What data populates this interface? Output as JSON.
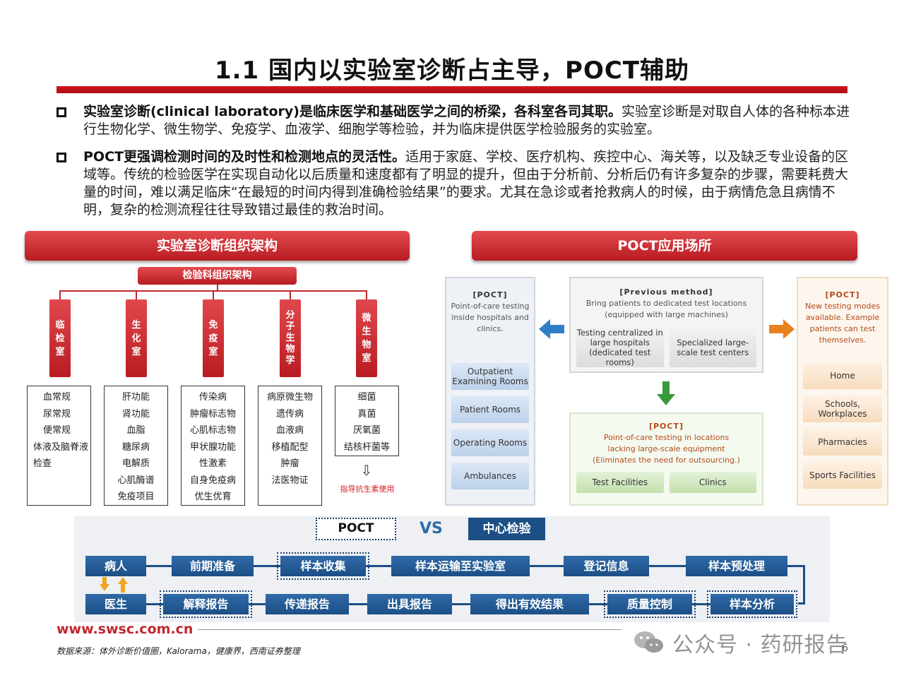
{
  "title": "1.1 国内以实验室诊断占主导，POCT辅助",
  "bullets": [
    {
      "bold": "实验室诊断(clinical  laboratory)是临床医学和基础医学之间的桥梁，各科室各司其职。",
      "text": "实验室诊断是对取自人体的各种标本进行生物化学、微生物学、免疫学、血液学、细胞学等检验，并为临床提供医学检验服务的实验室。"
    },
    {
      "bold": "POCT更强调检测时间的及时性和检测地点的灵活性。",
      "text": "适用于家庭、学校、医疗机构、疾控中心、海关等，以及缺乏专业设备的区域等。传统的检验医学在实现自动化以后质量和速度都有了明显的提升，但由于分析前、分析后仍有许多复杂的步骤，需要耗费大量的时间，难以满足临床“在最短的时间内得到准确检验结果”的要求。尤其在急诊或者抢救病人的时候，由于病情危急且病情不明，复杂的检测流程往往导致错过最佳的救治时间。"
    }
  ],
  "left_panel": {
    "banner": "实验室诊断组织架构",
    "sub_banner": "检验科组织架构",
    "departments": [
      {
        "name": "临检室",
        "items": [
          "血常规",
          "尿常规",
          "便常规",
          "体液及脑脊液检查"
        ]
      },
      {
        "name": "生化室",
        "items": [
          "肝功能",
          "肾功能",
          "血脂",
          "糖尿病",
          "电解质",
          "心肌酶谱",
          "免疫项目"
        ]
      },
      {
        "name": "免疫室",
        "items": [
          "传染病",
          "肿瘤标志物",
          "心肌标志物",
          "甲状腺功能",
          "性激素",
          "自身免疫病",
          "优生优育"
        ]
      },
      {
        "name": "分子生物学",
        "items": [
          "病原微生物",
          "遗传病",
          "血液病",
          "移植配型",
          "肿瘤",
          "法医物证"
        ]
      },
      {
        "name": "微生物室",
        "items": [
          "细菌",
          "真菌",
          "厌氧菌",
          "结核杆菌等"
        ]
      }
    ],
    "arrow": "⇩",
    "note": "指导抗生素使用"
  },
  "right_panel": {
    "banner": "POCT应用场所",
    "left_col": {
      "tag": "[POCT]",
      "desc": "Point-of-care testing inside hospitals and clinics.",
      "items": [
        "Outpatient Examining Rooms",
        "Patient Rooms",
        "Operating Rooms",
        "Ambulances"
      ]
    },
    "center_top": {
      "tag": "[Previous method]",
      "desc": "Bring patients to dedicated test locations (equipped with large machines)",
      "items": [
        "Testing centralized in large hospitals (dedicated test rooms)",
        "Specialized large-scale test centers"
      ]
    },
    "center_bottom": {
      "tag": "[POCT]",
      "desc": "Point-of-care testing in locations lacking large-scale equipment (Eliminates the need for outsourcing.)",
      "items": [
        "Test Facilities",
        "Clinics"
      ]
    },
    "right_col": {
      "tag": "[POCT]",
      "desc": "New testing modes available. Example patients can test themselves.",
      "items": [
        "Home",
        "Schools, Workplaces",
        "Pharmacies",
        "Sports Facilities"
      ]
    },
    "colors": {
      "left_arrow": "#2f7fc8",
      "right_arrow": "#e8821e",
      "down_arrow": "#3a9a3a"
    }
  },
  "flow": {
    "poct_label": "POCT",
    "vs_label": "VS",
    "center_label": "中心检验",
    "row1": [
      "病人",
      "前期准备",
      "样本收集",
      "样本运输至实验室",
      "登记信息",
      "样本预处理"
    ],
    "row2": [
      "医生",
      "解释报告",
      "传递报告",
      "出具报告",
      "得出有效结果",
      "质量控制",
      "样本分析"
    ],
    "colors": {
      "box": "#1c4f86",
      "updown": "#f2a51a"
    }
  },
  "footer": {
    "url": "www.swsc.com.cn",
    "source": "数据来源：体外诊断价值圈，Kalorama，健康界，西南证券整理",
    "watermark": "公众号 · 药研报告",
    "page": "6"
  }
}
